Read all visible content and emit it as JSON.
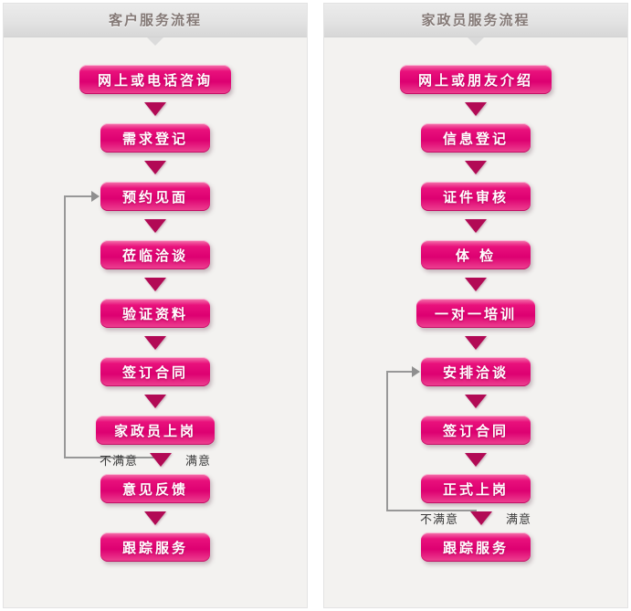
{
  "colors": {
    "button_accent": "#e5117a",
    "button_gradient_top": "#f478ad",
    "button_gradient_bottom": "#ee4392",
    "down_arrow": "#b20a55",
    "loop_line": "#989898",
    "header_title": "#847976",
    "panel_background": "#f3f2f0"
  },
  "panels": [
    {
      "title": "客户服务流程",
      "steps": [
        "网上或电话咨询",
        "需求登记",
        "预约见面",
        "莅临洽谈",
        "验证资料",
        "签订合同",
        "家政员上岗",
        "意见反馈",
        "跟踪服务"
      ],
      "branch": {
        "unsatisfied_label": "不满意",
        "satisfied_label": "满意",
        "after_step": "家政员上岗",
        "loops_back_to": "预约见面"
      }
    },
    {
      "title": "家政员服务流程",
      "steps": [
        "网上或朋友介绍",
        "信息登记",
        "证件审核",
        "体 检",
        "一对一培训",
        "安排洽谈",
        "签订合同",
        "正式上岗",
        "跟踪服务"
      ],
      "branch": {
        "unsatisfied_label": "不满意",
        "satisfied_label": "满意",
        "after_step": "正式上岗",
        "loops_back_to": "安排洽谈"
      }
    }
  ]
}
